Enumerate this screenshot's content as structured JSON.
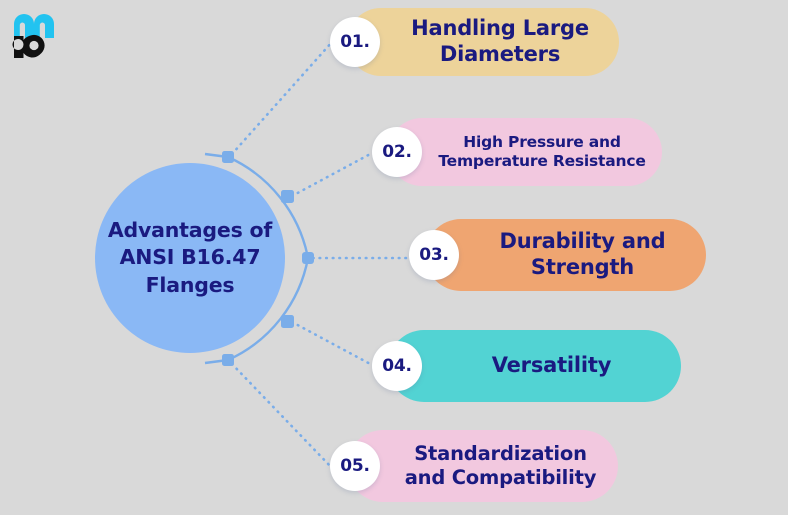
{
  "brand": {
    "logo_name": "pm-logo",
    "logo_mark_color": "#22c3f0",
    "logo_text_color": "#111111"
  },
  "colors": {
    "background": "#d9d9d9",
    "center_circle": "#8ab8f5",
    "text_navy": "#1a1a80",
    "connector_blue": "#7aade9",
    "badge_bg": "#ffffff"
  },
  "center": {
    "title_line_1": "Advantages of",
    "title_line_2": "ANSI B16.47",
    "title_line_3": "Flanges"
  },
  "items": [
    {
      "number": "01.",
      "label_line_1": "Handling Large",
      "label_line_2": "Diameters",
      "color": "#edd39a"
    },
    {
      "number": "02.",
      "label_line_1": "High Pressure and",
      "label_line_2": "Temperature Resistance",
      "color": "#f2c8df"
    },
    {
      "number": "03.",
      "label_line_1": "Durability and",
      "label_line_2": "Strength",
      "color": "#efa571"
    },
    {
      "number": "04.",
      "label_line_1": "Versatility",
      "label_line_2": "",
      "color": "#52d3d3"
    },
    {
      "number": "05.",
      "label_line_1": "Standardization",
      "label_line_2": "and Compatibility",
      "color": "#f2c8df"
    }
  ]
}
